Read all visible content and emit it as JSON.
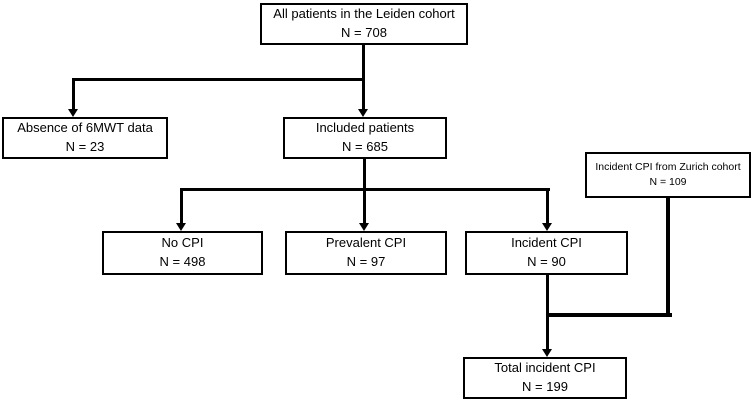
{
  "diagram": {
    "type": "flowchart",
    "description": "Patient inclusion flow diagram for the Leiden cohort with incident CPI from Zurich cohort",
    "colors": {
      "background": "#ffffff",
      "box_border": "#000000",
      "line": "#000000",
      "text": "#000000"
    },
    "nodes": {
      "all_patients": {
        "label": "All patients in the Leiden cohort",
        "n": "N = 708"
      },
      "absence": {
        "label": "Absence of 6MWT data",
        "n": "N = 23"
      },
      "included": {
        "label": "Included patients",
        "n": "N = 685"
      },
      "zurich": {
        "label": "Incident CPI from Zurich cohort",
        "n": "N = 109"
      },
      "no_cpi": {
        "label": "No CPI",
        "n": "N = 498"
      },
      "prevalent_cpi": {
        "label": "Prevalent CPI",
        "n": "N = 97"
      },
      "incident_cpi": {
        "label": "Incident CPI",
        "n": "N = 90"
      },
      "total_incident": {
        "label": "Total incident CPI",
        "n": "N = 199"
      }
    },
    "edges": [
      "all_patients -> absence",
      "all_patients -> included",
      "included -> no_cpi",
      "included -> prevalent_cpi",
      "included -> incident_cpi",
      "incident_cpi -> total_incident",
      "zurich -> total_incident"
    ]
  }
}
